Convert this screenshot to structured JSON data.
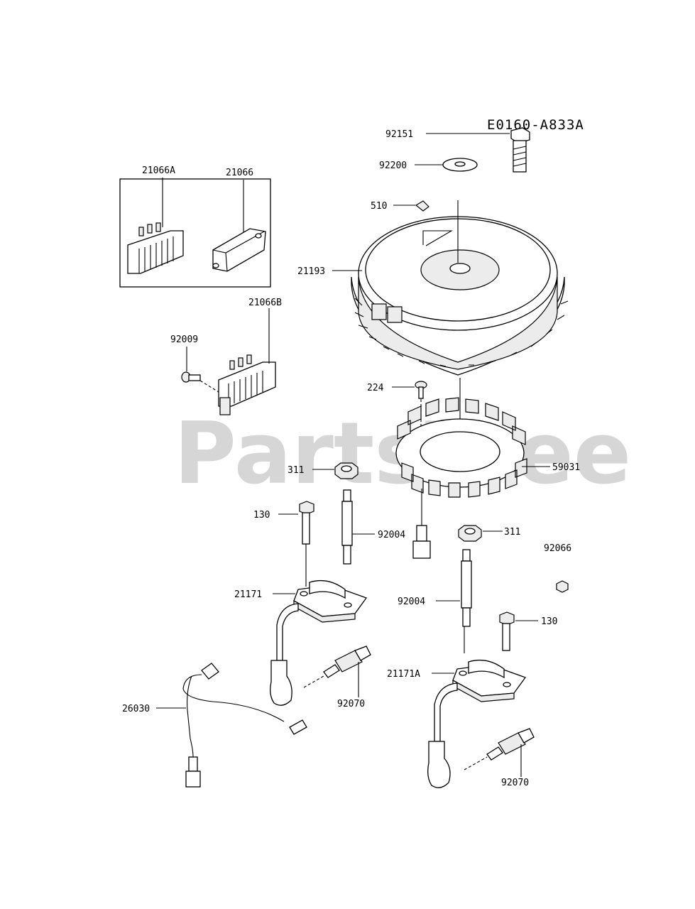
{
  "diagram": {
    "code": "E0160-A833A",
    "watermark": "PartsTree",
    "labels": {
      "p92151": "92151",
      "p92200": "92200",
      "p510": "510",
      "p21193": "21193",
      "p21066A": "21066A",
      "p21066": "21066",
      "p92009": "92009",
      "p21066B": "21066B",
      "p224": "224",
      "p59031": "59031",
      "p311a": "311",
      "p311b": "311",
      "p130a": "130",
      "p130b": "130",
      "p92004a": "92004",
      "p92004b": "92004",
      "p92066": "92066",
      "p21171": "21171",
      "p21171A": "21171A",
      "p92070a": "92070",
      "p92070b": "92070",
      "p26030": "26030"
    }
  }
}
